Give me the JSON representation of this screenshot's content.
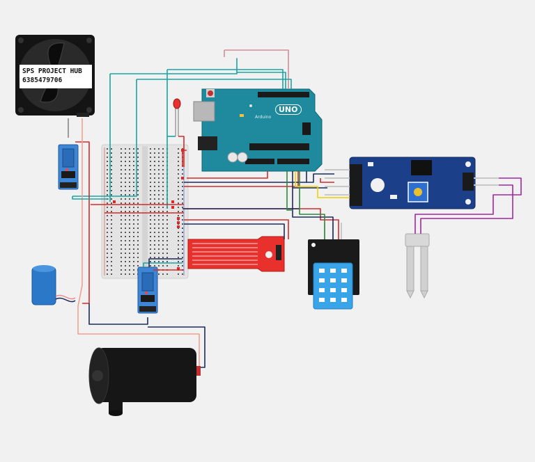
{
  "fan": {
    "label_line1": "SPS PROJECT HUB",
    "label_line2": "6385479706"
  },
  "arduino": {
    "model": "UNO",
    "brand": "Arduino"
  },
  "colors": {
    "board": "#1f8a9e",
    "sensor_board": "#1c3f8a",
    "relay": "#3d86d6",
    "water_sensor": "#e8312c",
    "dht": "#3aa4e8",
    "battery": "#2b78c9",
    "wire_red": "#d42a2a",
    "wire_teal": "#1aa3a3",
    "wire_navy": "#1b2a5c",
    "wire_green": "#2d8a3e",
    "wire_yellow": "#f0d000",
    "wire_purple": "#a0279f",
    "wire_pink": "#e88b8b"
  },
  "components": [
    {
      "name": "cooling-fan",
      "icon": "fan-icon"
    },
    {
      "name": "relay-module-top",
      "icon": "relay-icon"
    },
    {
      "name": "relay-module-bottom",
      "icon": "relay-icon"
    },
    {
      "name": "breadboard",
      "icon": "breadboard-icon"
    },
    {
      "name": "red-led",
      "icon": "led-icon"
    },
    {
      "name": "arduino-uno",
      "icon": "microcontroller-icon"
    },
    {
      "name": "soil-moisture-module",
      "icon": "comparator-module-icon"
    },
    {
      "name": "soil-moisture-probe",
      "icon": "probe-icon"
    },
    {
      "name": "water-level-sensor",
      "icon": "water-sensor-icon"
    },
    {
      "name": "dht11-sensor",
      "icon": "dht-sensor-icon"
    },
    {
      "name": "battery",
      "icon": "battery-icon"
    },
    {
      "name": "water-pump-motor",
      "icon": "motor-icon"
    }
  ]
}
